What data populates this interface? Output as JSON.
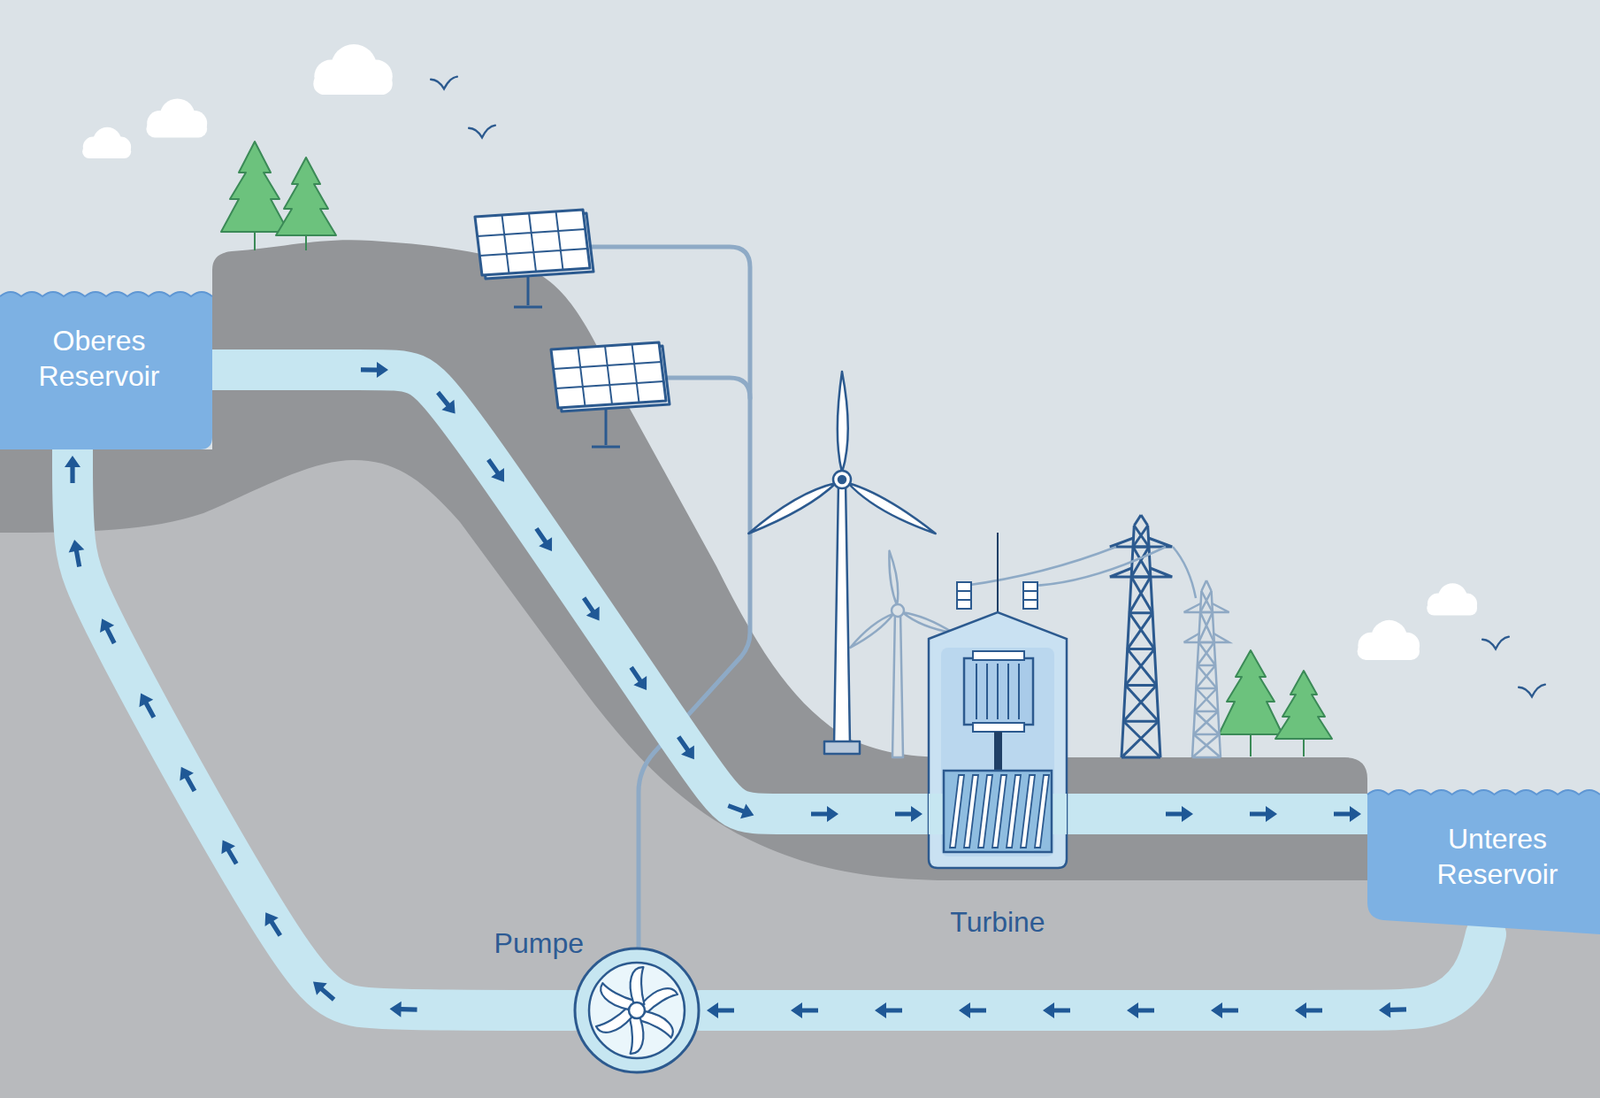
{
  "diagram": {
    "nodes": [
      {
        "text": [
          "Oberes Reservoir"
        ]
      },
      {
        "text": [
          "Turbine"
        ]
      },
      {
        "text": [
          "Unteres Reservoir"
        ]
      },
      {
        "text": [
          "Pumpe"
        ]
      }
    ],
    "edges": [
      {
        "from": 0,
        "to": 1,
        "arrow": "to"
      },
      {
        "from": 1,
        "to": 2,
        "arrow": "to"
      },
      {
        "from": 2,
        "to": 3,
        "arrow": "to"
      },
      {
        "from": 3,
        "to": 0,
        "arrow": "to"
      }
    ]
  }
}
